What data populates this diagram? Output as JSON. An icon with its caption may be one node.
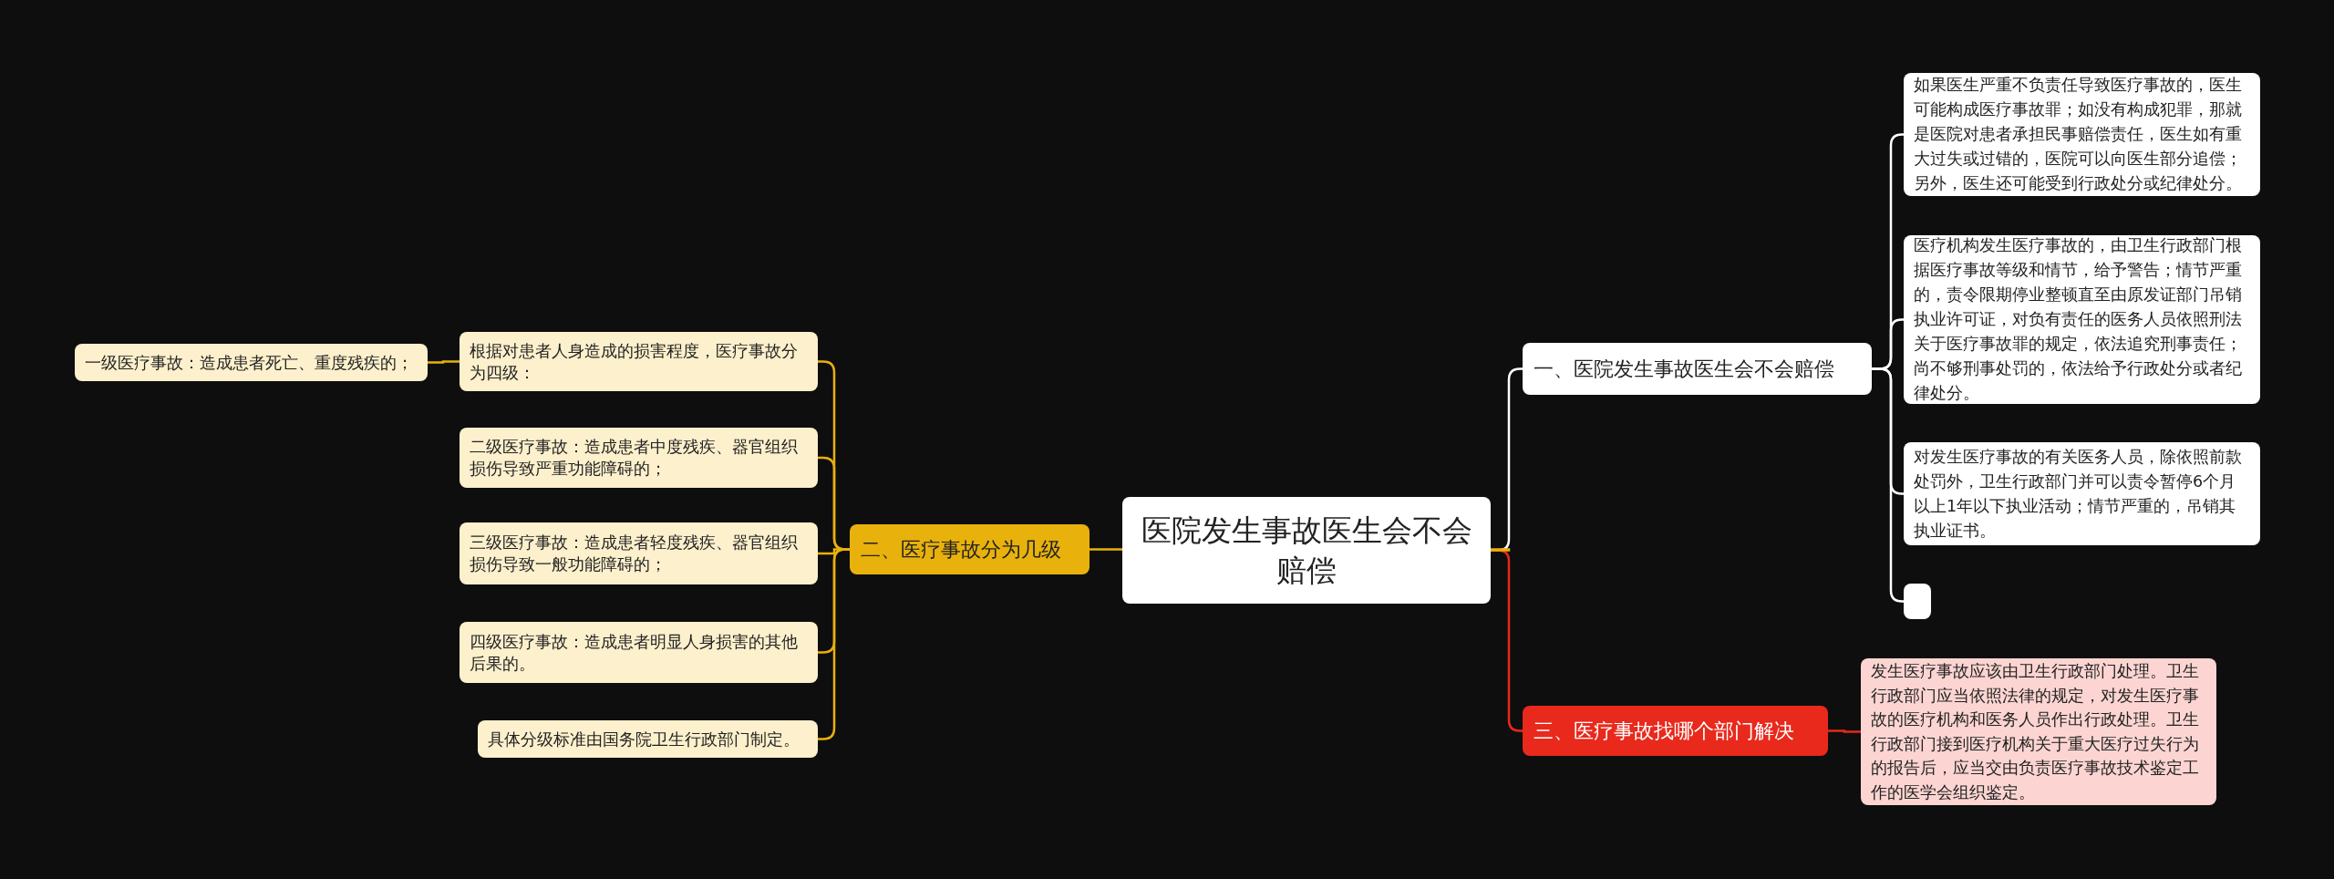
{
  "diagram": {
    "nodes": [
      {
        "text": [
          "医院发生事故医生会不会赔偿"
        ]
      },
      {
        "text": [
          "一、医院发生事故医生会不会赔偿"
        ]
      },
      {
        "text": [
          "如果医生严重不负责任导致医疗事故的，医生可能构成医疗事故罪；如没有构成犯罪，那就是医院对患者承担民事赔偿责任，医生如有重大过失或过错的，医院可以向医生部分追偿；另外，医生还可能受到行政处分或纪律处分。"
        ]
      },
      {
        "text": [
          "医疗机构发生医疗事故的，由卫生行政部门根据医疗事故等级和情节，给予警告；情节严重的，责令限期停业整顿直至由原发证部门吊销执业许可证，对负有责任的医务人员依照刑法关于医疗事故罪的规定，依法追究刑事责任；尚不够刑事处罚的，依法给予行政处分或者纪律处分。"
        ]
      },
      {
        "text": [
          "对发生医疗事故的有关医务人员，除依照前款处罚外，卫生行政部门并可以责令暂停6个月以上1年以下执业活动；情节严重的，吊销其执业证书。"
        ]
      },
      {
        "text": [],
        "shape": "box"
      },
      {
        "text": [
          "三、医疗事故找哪个部门解决"
        ]
      },
      {
        "text": [
          "发生医疗事故应该由卫生行政部门处理。卫生行政部门应当依照法律的规定，对发生医疗事故的医疗机构和医务人员作出行政处理。卫生行政部门接到医疗机构关于重大医疗过失行为的报告后，应当交由负责医疗事故技术鉴定工作的医学会组织鉴定。"
        ]
      },
      {
        "text": [
          "二、医疗事故分为几级"
        ]
      },
      {
        "text": [
          "根据对患者人身造成的损害程度，医疗事故分为四级："
        ]
      },
      {
        "text": [
          "一级医疗事故：造成患者死亡、重度残疾的；"
        ]
      },
      {
        "text": [
          "二级医疗事故：造成患者中度残疾、器官组织损伤导致严重功能障碍的；"
        ]
      },
      {
        "text": [
          "三级医疗事故：造成患者轻度残疾、器官组织损伤导致一般功能障碍的；"
        ]
      },
      {
        "text": [
          "四级医疗事故：造成患者明显人身损害的其他后果的。"
        ]
      },
      {
        "text": [
          "具体分级标准由国务院卫生行政部门制定。"
        ]
      }
    ],
    "edges": [
      {
        "from": 0,
        "to": 1,
        "arrow": "none",
        "color": "#ffffff"
      },
      {
        "from": 1,
        "to": 2,
        "arrow": "none",
        "color": "#ffffff"
      },
      {
        "from": 1,
        "to": 3,
        "arrow": "none",
        "color": "#ffffff"
      },
      {
        "from": 1,
        "to": 4,
        "arrow": "none",
        "color": "#ffffff"
      },
      {
        "from": 1,
        "to": 5,
        "arrow": "none",
        "color": "#ffffff"
      },
      {
        "from": 0,
        "to": 6,
        "arrow": "none",
        "color": "#e8291c"
      },
      {
        "from": 6,
        "to": 7,
        "arrow": "none",
        "color": "#e8291c"
      },
      {
        "from": 0,
        "to": 8,
        "arrow": "none",
        "color": "#e8b10c"
      },
      {
        "from": 8,
        "to": 9,
        "arrow": "none",
        "color": "#e8b10c"
      },
      {
        "from": 9,
        "to": 10,
        "arrow": "none",
        "color": "#e8b10c"
      },
      {
        "from": 8,
        "to": 11,
        "arrow": "none",
        "color": "#e8b10c"
      },
      {
        "from": 8,
        "to": 12,
        "arrow": "none",
        "color": "#e8b10c"
      },
      {
        "from": 8,
        "to": 13,
        "arrow": "none",
        "color": "#e8b10c"
      },
      {
        "from": 8,
        "to": 14,
        "arrow": "none",
        "color": "#e8b10c"
      }
    ]
  }
}
